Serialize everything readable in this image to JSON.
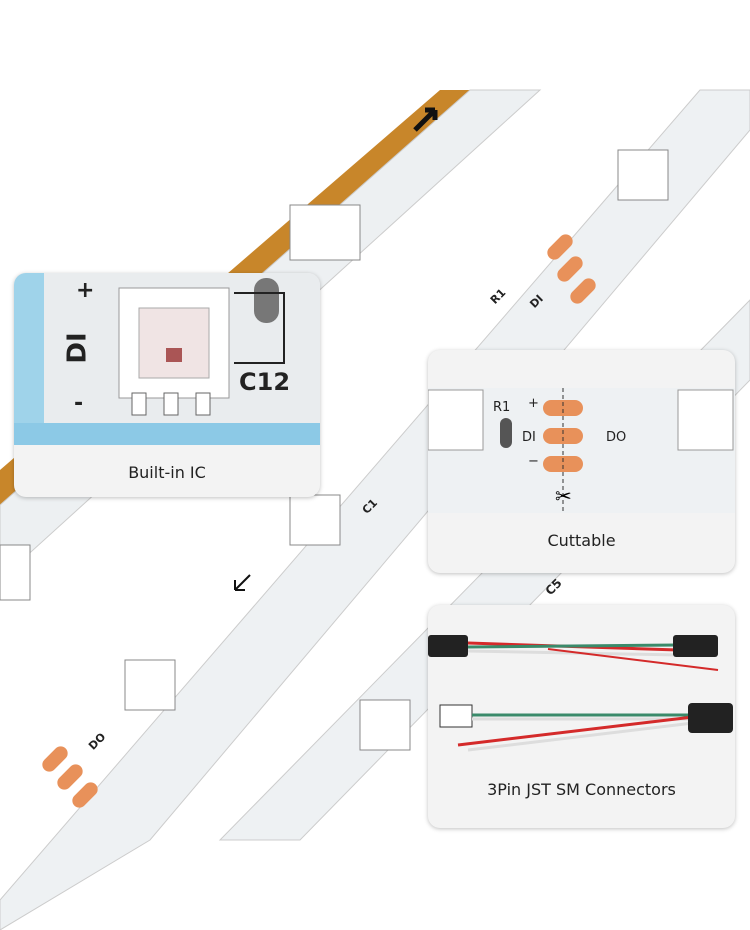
{
  "cards": {
    "ic": {
      "caption": "Built-in IC",
      "labels": {
        "di": "DI",
        "cap": "C12",
        "plus": "+",
        "minus": "-"
      }
    },
    "cut": {
      "caption": "Cuttable",
      "labels": {
        "r1": "R1",
        "di": "DI",
        "do": "DO",
        "plus": "+",
        "minus": "−"
      }
    },
    "conn": {
      "caption": "3Pin JST SM Connectors"
    }
  },
  "strip_labels": {
    "c1": "C1",
    "c5": "C5",
    "r1": "R1",
    "di": "DI",
    "do": "DO"
  },
  "colors": {
    "pcb": "#eef0f1",
    "pad": "#e8915a",
    "backing": "#c8862a",
    "wire_red": "#d42a2a",
    "wire_green": "#3a8a6a"
  }
}
